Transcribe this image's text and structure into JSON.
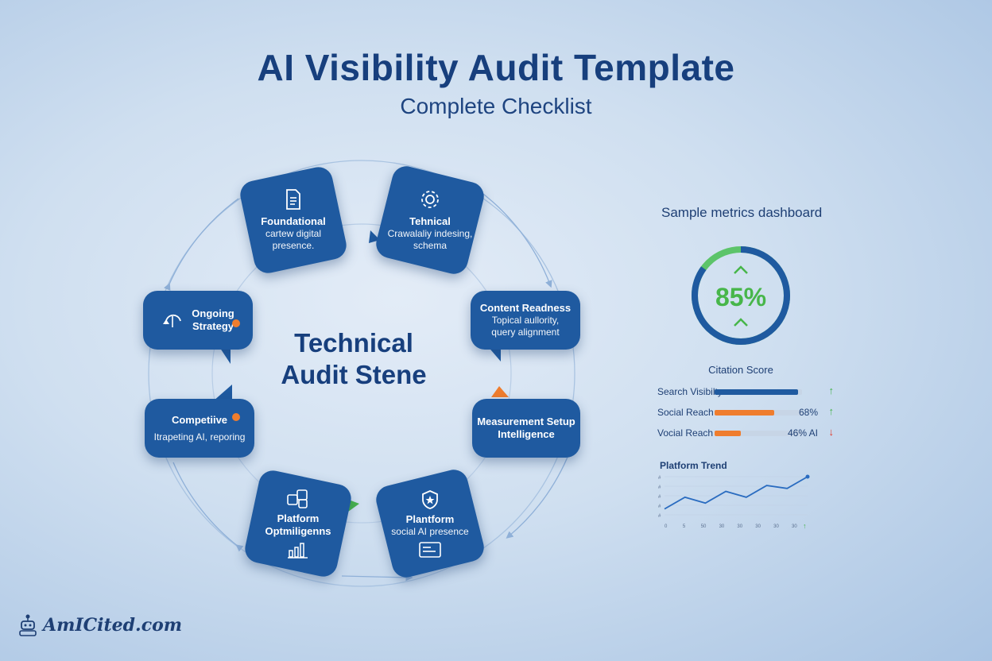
{
  "header": {
    "title": "AI Visibility Audit Template",
    "subtitle": "Complete Checklist"
  },
  "cycle": {
    "center_line1": "Technical",
    "center_line2": "Audit Stene",
    "nodes": [
      {
        "id": "foundational",
        "title": "Foundational",
        "desc1": "cartew digital",
        "desc2": "presence.",
        "icon": "document-icon"
      },
      {
        "id": "technical",
        "title": "Tehnical",
        "desc1": "Crawalaliy indesing,",
        "desc2": "schema",
        "icon": "gear-icon"
      },
      {
        "id": "content",
        "title": "Content Readness",
        "desc1": "Topical aullority,",
        "desc2": "query alignment",
        "icon": ""
      },
      {
        "id": "measurement",
        "title": "Measurement Setup",
        "desc1": "Intelligence",
        "desc2": "",
        "icon": ""
      },
      {
        "id": "plantform",
        "title": "Plantform",
        "desc1": "social AI presence",
        "desc2": "",
        "icon": "shield-star-icon"
      },
      {
        "id": "platform",
        "title": "Platform",
        "desc1": "Optmiligenns",
        "desc2": "",
        "icon": "puzzle-icon"
      },
      {
        "id": "competitive",
        "title": "Competiive",
        "desc1": "Itrapeting AI, reporing",
        "desc2": "",
        "icon": ""
      },
      {
        "id": "ongoing",
        "title": "Ongoing",
        "desc1": "Strategy",
        "desc2": "",
        "icon": "refresh-icon"
      }
    ],
    "colors": {
      "node": "#1f5aa0",
      "accent_orange": "#ef7d2e",
      "accent_green": "#46b34b",
      "ring": "#8fb0d8"
    }
  },
  "dashboard": {
    "title": "Sample metrics dashboard",
    "gauge": {
      "value_text": "85%",
      "value": 0.85,
      "caption": "Citation Score",
      "color_fill": "#1f5aa0",
      "color_track": "#5cc46a"
    },
    "metrics": [
      {
        "label": "Search Visibilty",
        "value_text": "",
        "fraction": 0.95,
        "color": "#1f5aa0",
        "arrow": "↑",
        "arrow_color": "#46b34b"
      },
      {
        "label": "Social Reach",
        "value_text": "68%",
        "fraction": 0.68,
        "color": "#ef7d2e",
        "arrow": "↑",
        "arrow_color": "#46b34b"
      },
      {
        "label": "Vocial Reach",
        "value_text": "46% AI",
        "fraction": 0.3,
        "color": "#ef7d2e",
        "arrow": "↓",
        "arrow_color": "#e0392b"
      }
    ],
    "trend": {
      "title": "Platform Trend",
      "y_ticks": [
        "#",
        "#",
        "#",
        "#",
        "#"
      ],
      "x_ticks": [
        "0",
        "5",
        "50",
        "30",
        "30",
        "30",
        "30",
        "30"
      ],
      "values": [
        1,
        3,
        2,
        4,
        3,
        5,
        4.5,
        6.5
      ],
      "color": "#2a6cc0"
    }
  },
  "brand": {
    "name": "AmICited.com",
    "icon": "robot-logo-icon"
  }
}
